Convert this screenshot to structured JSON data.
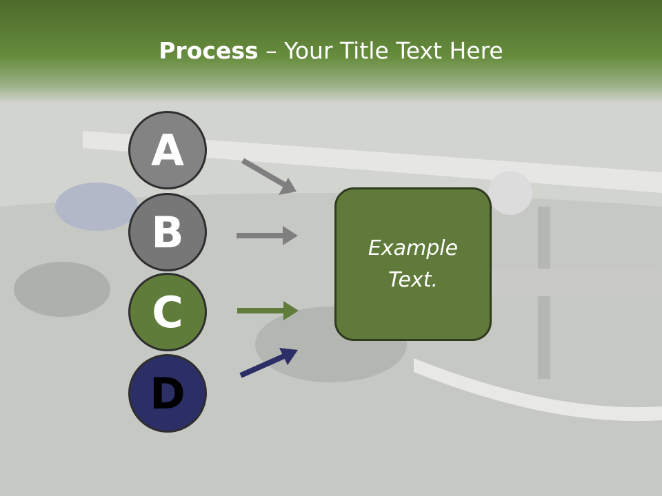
{
  "title": {
    "bold": "Process",
    "rest": " – Your Title Text Here"
  },
  "steps": [
    {
      "letter": "A",
      "color": "#838383"
    },
    {
      "letter": "B",
      "color": "#777777"
    },
    {
      "letter": "C",
      "color": "#5f7c3a"
    },
    {
      "letter": "D",
      "color": "#2b2f66"
    }
  ],
  "arrow_colors": [
    "#7f7f7f",
    "#7f7f7f",
    "#5f7c3a",
    "#2b2f66"
  ],
  "box": {
    "text": "Example Text.",
    "fill": "#5f7a3a"
  },
  "background": {
    "photo": "motorcycles-cornering-road",
    "theme": "#668c3d"
  }
}
